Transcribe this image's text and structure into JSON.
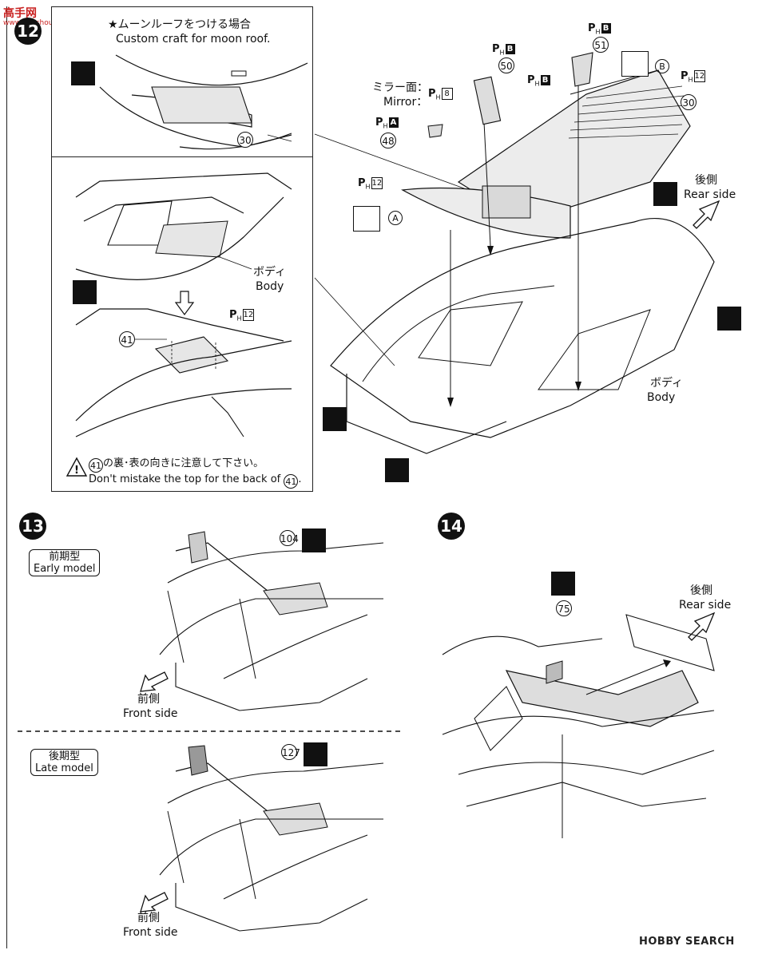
{
  "step12": {
    "number": "12",
    "moonroof_title": "★ムーンルーフをつける場合",
    "moonroof_subtitle": "Custom craft for moon roof.",
    "part_30": "30",
    "body_jp": "ボディ",
    "body_en": "Body",
    "part_41": "41",
    "ph12_label": "12",
    "warning_jp_prefix": "41",
    "warning_jp": "の裏･表の向きに注意して下さい。",
    "warning_en": "Don't mistake the top for the back of",
    "warning_en_part": "41",
    "warning_en_end": "."
  },
  "step12_main": {
    "ph_b1": "B",
    "part_51": "51",
    "ph_b2": "B",
    "part_50": "50",
    "ph_b3": "B",
    "ghost_b": "B",
    "ph12_top": "12",
    "part_30": "30",
    "mirror_jp": "ミラー面：",
    "mirror_en": "Mirror：",
    "ph8": "8",
    "ph_a": "A",
    "part_48": "48",
    "ph12_left": "12",
    "ghost_a": "A",
    "rear_jp": "後側",
    "rear_en": "Rear side",
    "body_jp": "ボディ",
    "body_en": "Body"
  },
  "step13": {
    "number": "13",
    "early_jp": "前期型",
    "early_en": "Early model",
    "part_104": "104",
    "front_jp": "前側",
    "front_en": "Front side",
    "late_jp": "後期型",
    "late_en": "Late model",
    "part_127": "127",
    "front2_jp": "前側",
    "front2_en": "Front side"
  },
  "step14": {
    "number": "14",
    "part_75": "75",
    "rear_jp": "後側",
    "rear_en": "Rear side"
  },
  "watermark": {
    "top_left_cn": "高手网",
    "top_left_url": "www.gaoshou.com",
    "bottom_right": "HOBBY SEARCH"
  },
  "icons": {
    "glue": "cement-glue-icon",
    "tape": "double-sided-tape-icon",
    "warning": "warning-triangle-icon",
    "down_arrow": "down-arrow-icon",
    "rear_arrow": "rear-direction-arrow-icon",
    "front_arrow": "front-direction-arrow-icon"
  }
}
